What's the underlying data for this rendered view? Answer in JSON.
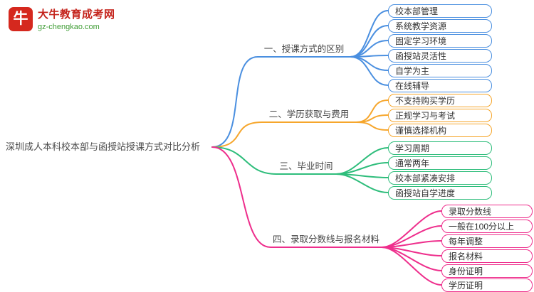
{
  "logo": {
    "title": "大牛教育成考网",
    "url": "gz-chengkao.com",
    "icon": "bull-icon",
    "icon_glyph": "牛",
    "brand_color": "#d5281e",
    "title_color": "#c4231b",
    "url_color": "#3f9d35"
  },
  "root": {
    "label": "深圳成人本科校本部与函授站授课方式对比分析"
  },
  "branches": [
    {
      "label": "一、授课方式的区别",
      "color": "#4a8fe0",
      "children": [
        "校本部管理",
        "系统教学资源",
        "固定学习环境",
        "函授站灵活性",
        "自学为主",
        "在线辅导"
      ]
    },
    {
      "label": "二、学历获取与费用",
      "color": "#f6a62c",
      "children": [
        "不支持购买学历",
        "正规学习与考试",
        "谨慎选择机构"
      ]
    },
    {
      "label": "三、毕业时间",
      "color": "#2ebd7b",
      "children": [
        "学习周期",
        "通常两年",
        "校本部紧凑安排",
        "函授站自学进度"
      ]
    },
    {
      "label": "四、录取分数线与报名材料",
      "color": "#ee2e8c",
      "children": [
        "录取分数线",
        "一般在100分以上",
        "每年调整",
        "报名材料",
        "身份证明",
        "学历证明"
      ]
    }
  ]
}
